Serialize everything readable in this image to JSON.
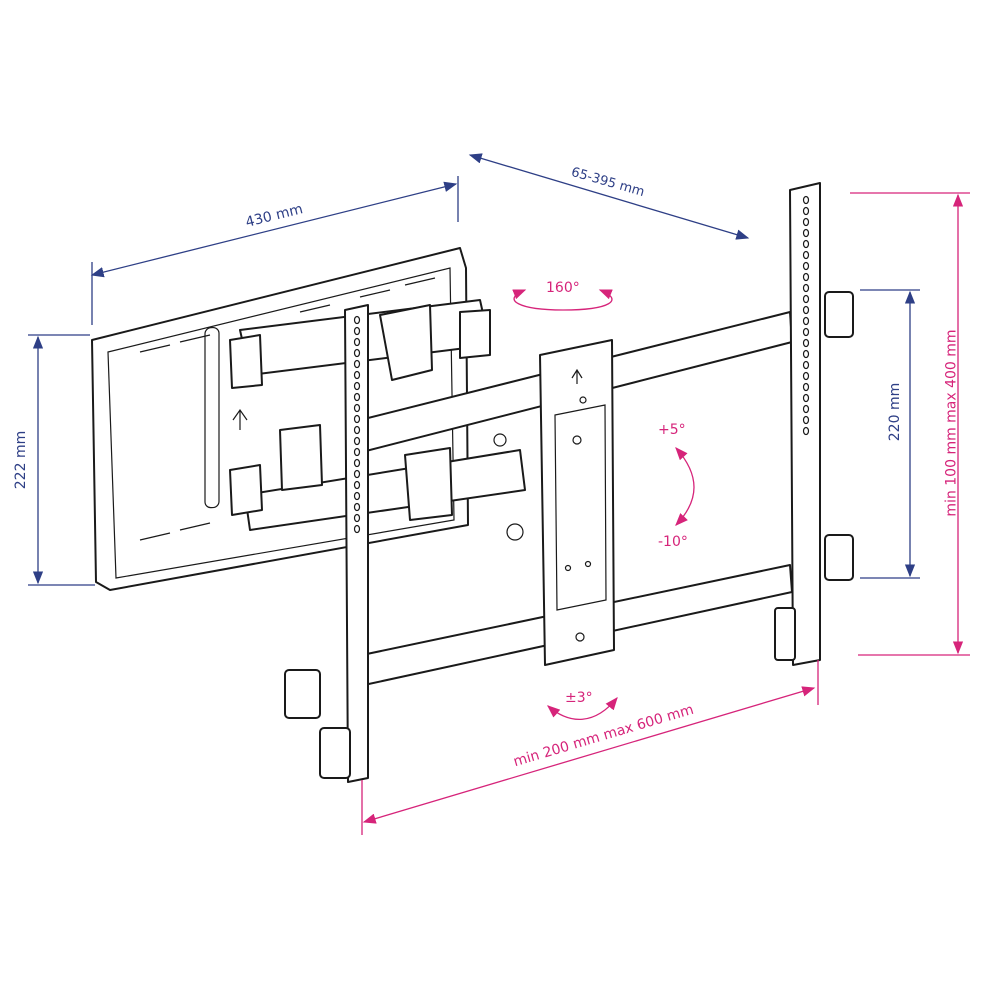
{
  "title": "Full-motion TV wall mount dimension diagram",
  "colors": {
    "dimension_navy": "#2e3f86",
    "range_magenta": "#d6247a",
    "outline": "#1a1a1a"
  },
  "dimensions": {
    "wall_plate_width": "430 mm",
    "arm_extension": "65-395 mm",
    "wall_plate_height": "222 mm",
    "rail_spacing": "220 mm",
    "vesa_vertical": "min 100 mm max 400 mm",
    "vesa_horizontal": "min 200 mm max 600 mm"
  },
  "angles": {
    "swivel": "160°",
    "tilt_up": "+5°",
    "tilt_down": "-10°",
    "rotation": "±3°"
  }
}
